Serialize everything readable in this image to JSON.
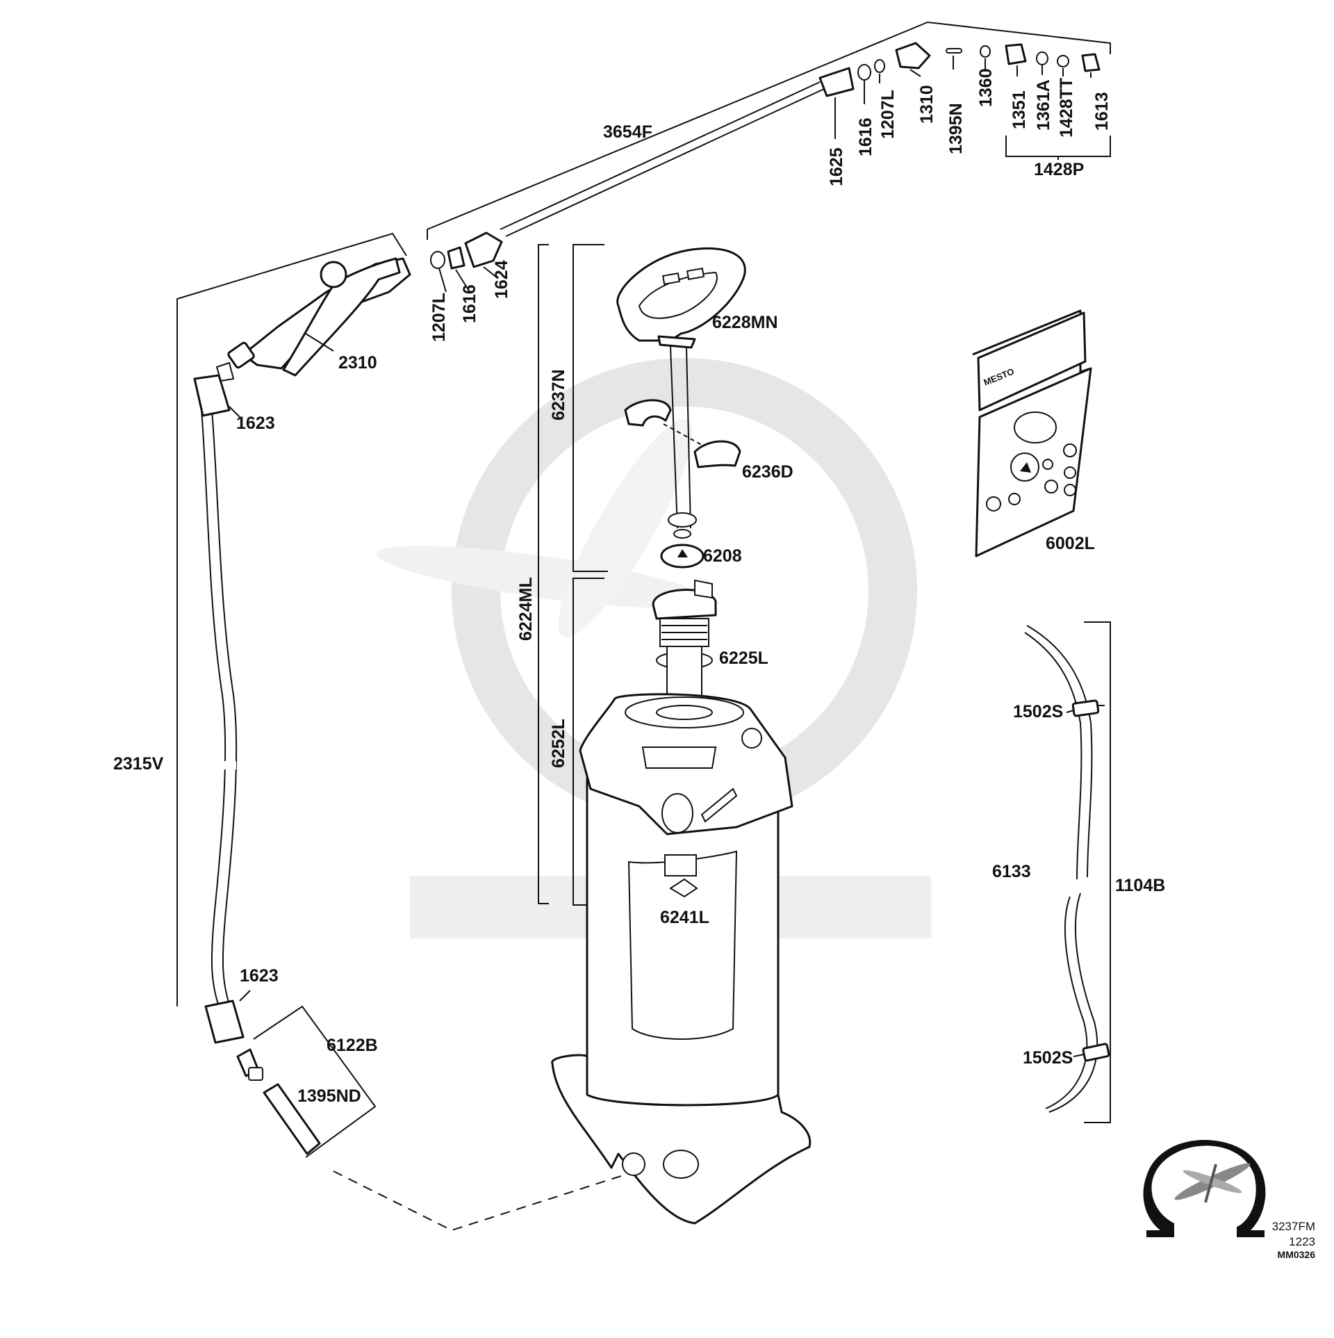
{
  "labels": {
    "l3654F": "3654F",
    "l1625": "1625",
    "l1616a": "1616",
    "l1207La": "1207L",
    "l1310": "1310",
    "l1395N": "1395N",
    "l1360": "1360",
    "l1351": "1351",
    "l1361A": "1361A",
    "l1428TT": "1428TT",
    "l1613": "1613",
    "l1428P": "1428P",
    "l1207Lb": "1207L",
    "l1616b": "1616",
    "l1624": "1624",
    "l2310": "2310",
    "l1623a": "1623",
    "l2315V": "2315V",
    "l1623b": "1623",
    "l6122B": "6122B",
    "l1395ND": "1395ND",
    "l6228MN": "6228MN",
    "l6237N": "6237N",
    "l6236D": "6236D",
    "l6208": "6208",
    "l6224ML": "6224ML",
    "l6225L": "6225L",
    "l6252L": "6252L",
    "l6241L": "6241L",
    "l6002L": "6002L",
    "l1502Sa": "1502S",
    "l6133": "6133",
    "l1104B": "1104B",
    "l1502Sb": "1502S"
  },
  "kit_brand": "MESTO",
  "footer": {
    "code1": "3237FM",
    "code2": "1223",
    "code3": "MM0326"
  }
}
